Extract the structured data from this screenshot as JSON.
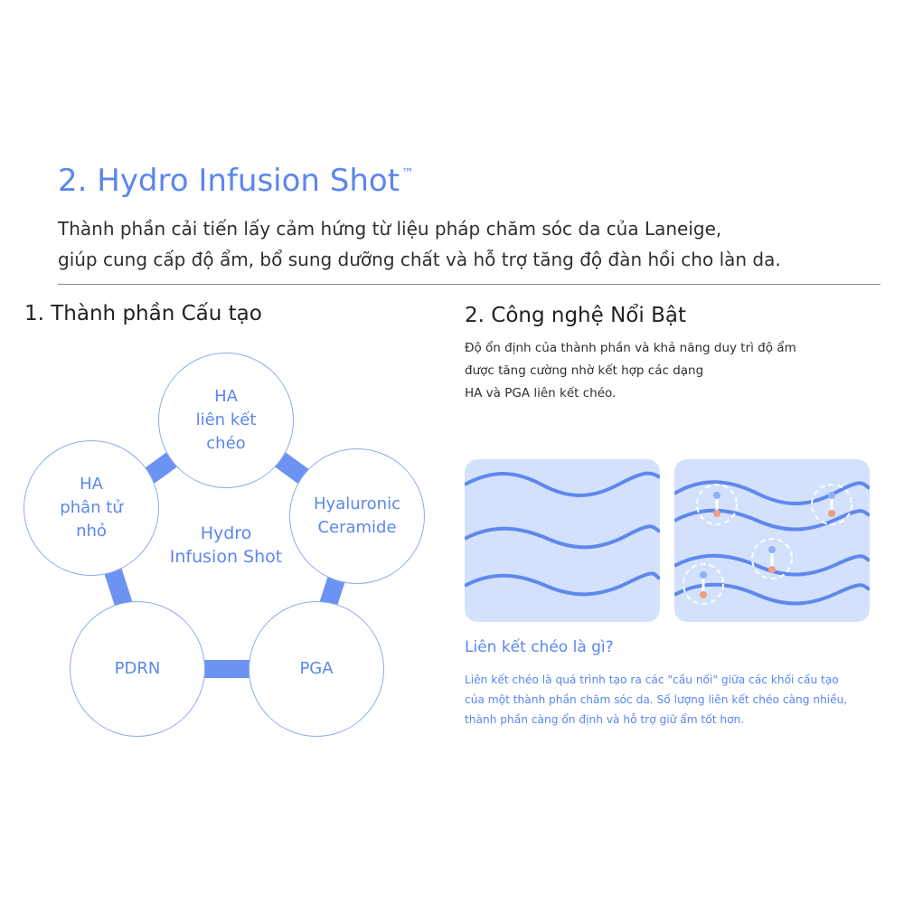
{
  "header": {
    "title": "2. Hydro Infusion Shot",
    "trademark": "™",
    "intro_line1": "Thành phần cải tiến lấy cảm hứng từ liệu pháp chăm sóc da của Laneige,",
    "intro_line2": "giúp cung cấp độ ẩm, bổ sung dưỡng chất và hỗ trợ tăng độ đàn hồi cho làn da."
  },
  "left": {
    "heading": "1. Thành phần Cấu tạo",
    "center_line1": "Hydro",
    "center_line2": "Infusion Shot",
    "nodes": [
      {
        "line1": "HA",
        "line2": "liên kết",
        "line3": "chéo"
      },
      {
        "line1": "Hyaluronic",
        "line2": "Ceramide"
      },
      {
        "line1": "PGA"
      },
      {
        "line1": "PDRN"
      },
      {
        "line1": "HA",
        "line2": "phân tử",
        "line3": "nhỏ"
      }
    ]
  },
  "right": {
    "heading": "2. Công nghệ Nổi Bật",
    "desc_line1": "Độ ổn định của thành phần và khả năng duy trì độ ẩm",
    "desc_line2": "được tăng cường nhờ kết hợp các dạng",
    "desc_line3": "HA và PGA liên kết chéo.",
    "sub_heading": "Liên kết chéo là gì?",
    "sub_line1": "Liên kết chéo là quá trình tạo ra các \"cầu nối\" giữa các khối cấu tạo",
    "sub_line2": "của một thành phần chăm sóc da. Số lượng liên kết chéo càng nhiều,",
    "sub_line3": "thành phần càng ổn định và hỗ trợ giữ ẩm tốt hơn."
  },
  "colors": {
    "accent": "#5b86ee",
    "ring": "#6b93f1",
    "panel_bg": "#d3e1fd",
    "wave": "#5f88ee",
    "link": "#ee9f80"
  }
}
